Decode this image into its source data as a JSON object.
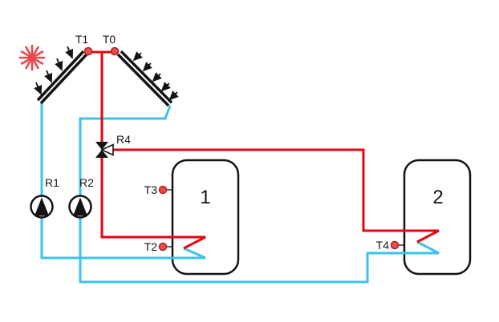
{
  "labels": {
    "t1": "T1",
    "t0": "T0",
    "t3": "T3",
    "t2": "T2",
    "t4": "T4",
    "r1": "R1",
    "r2": "R2",
    "r4": "R4",
    "tank1": "1",
    "tank2": "2"
  },
  "colors": {
    "hot_pipe": "#e30613",
    "cold_pipe": "#3ec1ec",
    "outline": "#141414",
    "sensor_fill": "#ef4b4b",
    "sensor_stroke": "#b22222",
    "sun": "#e8474e",
    "background": "#ffffff"
  },
  "icons": {
    "sun": "sun-burst-icon",
    "pump": "pump-circle-triangle-icon",
    "valve": "three-way-valve-icon",
    "collector": "solar-collector-panel",
    "irradiance": "down-arrow-icon",
    "sensor": "sensor-dot-icon"
  }
}
